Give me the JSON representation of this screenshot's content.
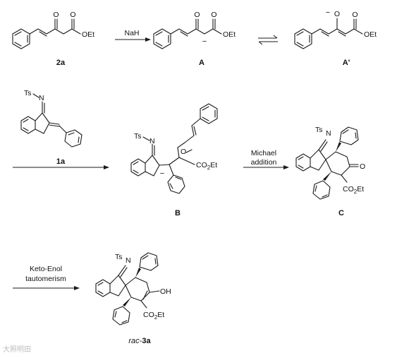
{
  "labels": {
    "cpd_2a": "2a",
    "cpd_A": "A",
    "cpd_A_prime": "A'",
    "cpd_1a": "1a",
    "cpd_B": "B",
    "cpd_C": "C",
    "cpd_final_prefix": "rac-",
    "cpd_final": "3a"
  },
  "conditions": {
    "step1": "NaH",
    "step3_line1": "Michael",
    "step3_line2": "addition",
    "step4_line1": "Keto-Enol",
    "step4_line2": "tautomerism"
  },
  "atoms": {
    "O": "O",
    "OEt": "OEt",
    "N": "N",
    "Ts": "Ts",
    "CO2Et": "CO",
    "CO2Et_sub": "2",
    "CO2Et_tail": "Et",
    "OH": "OH",
    "minus": "−"
  },
  "watermark": "大照明田"
}
